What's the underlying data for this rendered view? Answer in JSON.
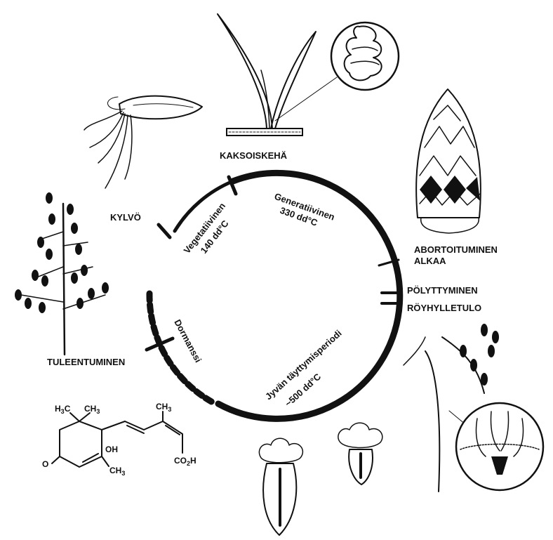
{
  "stages": {
    "kaksoiskeha": "KAKSOISKEHÄ",
    "kylvo": "KYLVÖ",
    "abortoituminen_line1": "ABORTOITUMINEN",
    "abortoituminen_line2": "ALKAA",
    "polyttyminen": "PÖLYTTYMINEN",
    "royhylletulo": "RÖYHYLLETULO",
    "tuleentuminen": "TULEENTUMINEN"
  },
  "phases": {
    "vegetative_name": "Vegetatiivinen",
    "vegetative_value": "140 dd°C",
    "generative_name": "Generatiivinen",
    "generative_value": "330 dd°C",
    "grainfill_name": "Jyvän täyttymisperiodi",
    "grainfill_value": "~500 dd°C",
    "dormancy_name": "Dormanssi"
  },
  "molecule": {
    "h3c": "H",
    "h3c_sub": "3",
    "h3c_c": "C",
    "ch3_top_c": "CH",
    "ch3_top_sub": "3",
    "ch3_side_c": "CH",
    "ch3_side_sub": "3",
    "oh": "OH",
    "ch3_bottom_c": "CH",
    "ch3_bottom_sub": "3",
    "o": "O",
    "co2h_a": "CO",
    "co2h_sub": "2",
    "co2h_b": "H"
  },
  "colors": {
    "ink": "#111111",
    "background": "#ffffff"
  }
}
